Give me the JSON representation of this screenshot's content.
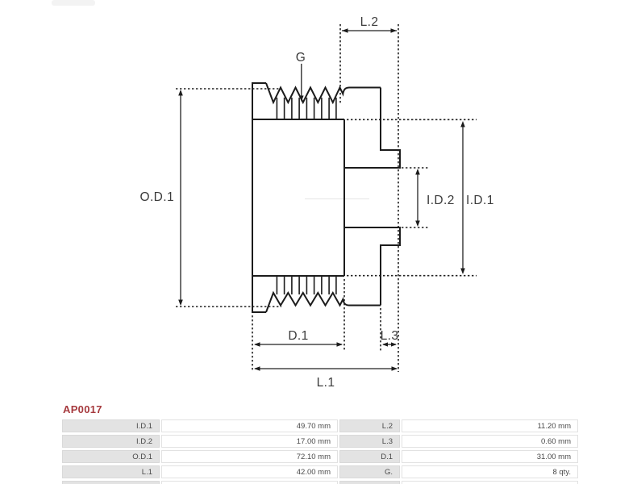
{
  "part_number": "AP0017",
  "colors": {
    "accent_red": "#a63a3e",
    "line_black": "#1c1c1c",
    "table_label_bg": "#e3e3e3"
  },
  "diagram": {
    "type": "pulley-cross-section-technical-drawing",
    "labels": {
      "od1": "O.D.1",
      "id1": "I.D.1",
      "id2": "I.D.2",
      "d1": "D.1",
      "l1": "L.1",
      "l2": "L.2",
      "l3": "L.3",
      "g": "G"
    }
  },
  "table": {
    "rows": [
      [
        "I.D.1",
        "49.70 mm",
        "L.2",
        "11.20 mm"
      ],
      [
        "I.D.2",
        "17.00 mm",
        "L.3",
        "0.60 mm"
      ],
      [
        "O.D.1",
        "72.10 mm",
        "D.1",
        "31.00 mm"
      ],
      [
        "L.1",
        "42.00 mm",
        "G.",
        "8 qty."
      ]
    ]
  }
}
